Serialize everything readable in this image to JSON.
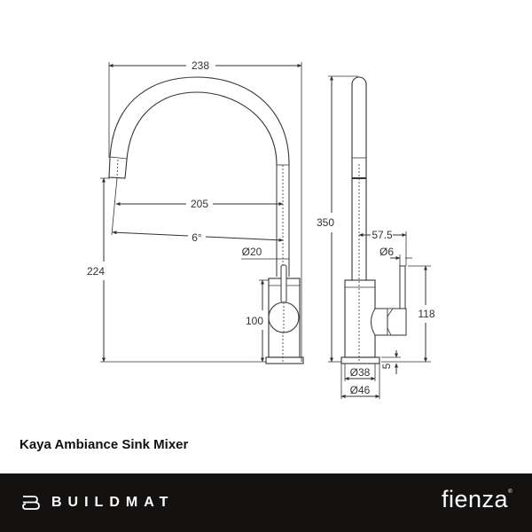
{
  "product": {
    "title": "Kaya Ambiance Sink Mixer"
  },
  "footer": {
    "left_brand": "BUILDMAT",
    "left_brand_icon": "buildmat-b-logo-icon",
    "right_brand": "fienza",
    "right_brand_mark": "®",
    "background_color": "#141210",
    "text_color": "#ffffff"
  },
  "drawing": {
    "front_view": {
      "dimensions": {
        "overall_width": "238",
        "spout_reach": "205",
        "spout_angle": "6°",
        "pipe_diameter": "Ø20",
        "spout_height": "224",
        "body_height": "100"
      }
    },
    "side_view": {
      "dimensions": {
        "overall_height": "350",
        "handle_offset": "57.5",
        "handle_diameter": "Ø6",
        "handle_height": "118",
        "base_thickness": "5",
        "body_diameter": "Ø38",
        "base_diameter": "Ø46"
      }
    },
    "line_color": "#333333"
  }
}
